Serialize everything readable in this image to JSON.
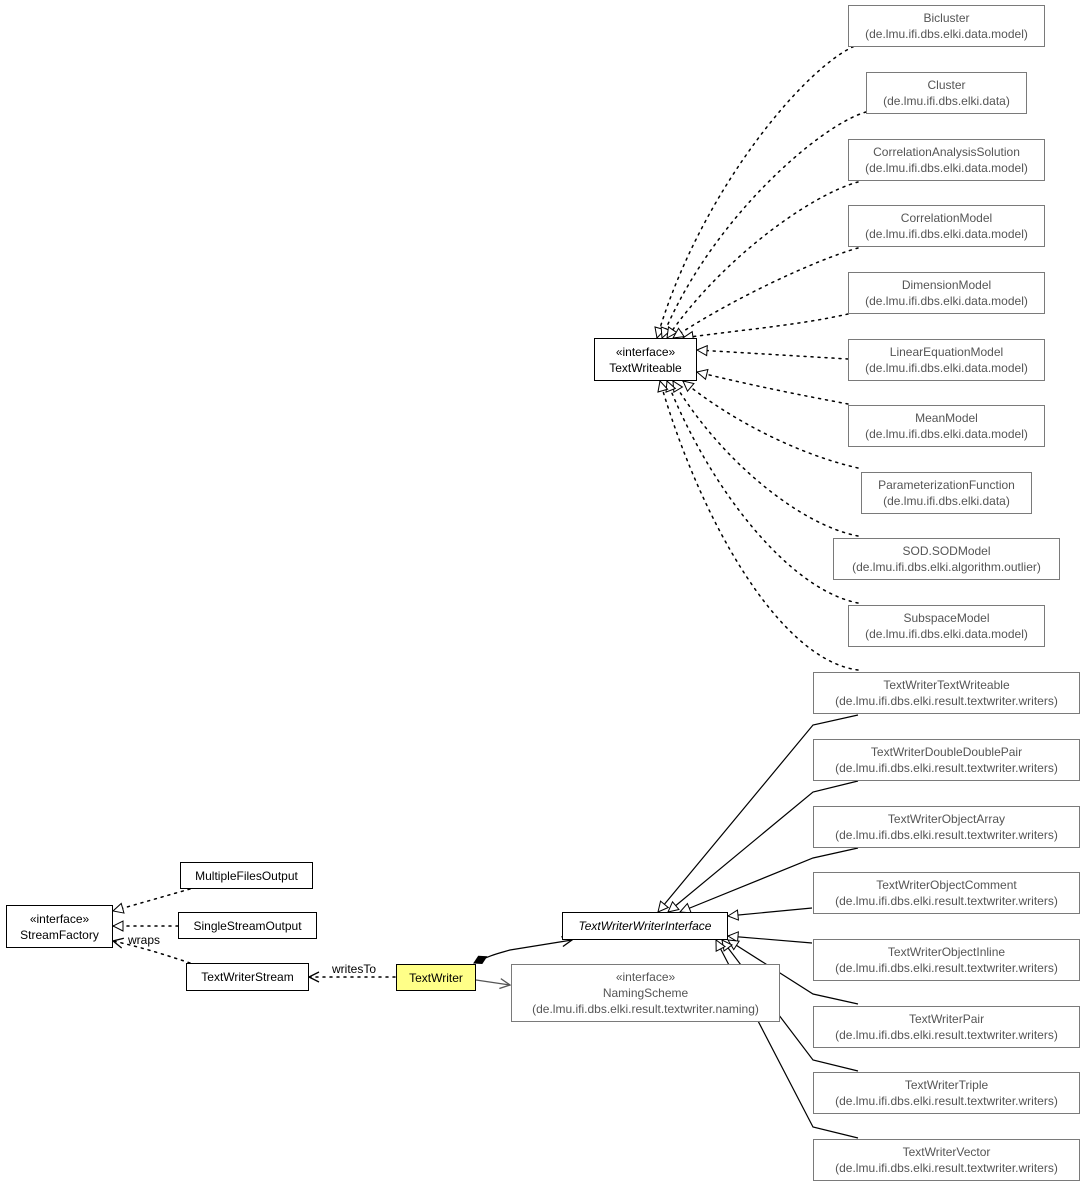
{
  "diagram": {
    "focus": {
      "name": "TextWriter"
    },
    "local": {
      "stream_factory": {
        "stereotype": "«interface»",
        "name": "StreamFactory"
      },
      "multiple_files_output": {
        "name": "MultipleFilesOutput"
      },
      "single_stream_output": {
        "name": "SingleStreamOutput"
      },
      "text_writer_stream": {
        "name": "TextWriterStream"
      },
      "text_writeable": {
        "stereotype": "«interface»",
        "name": "TextWriteable"
      },
      "text_writer_writer_interface": {
        "name": "TextWriterWriterInterface"
      }
    },
    "external": {
      "naming_scheme": {
        "stereotype": "«interface»",
        "name": "NamingScheme",
        "package": "(de.lmu.ifi.dbs.elki.result.textwriter.naming)"
      }
    },
    "writeable_implementations": [
      {
        "name": "Bicluster",
        "package": "(de.lmu.ifi.dbs.elki.data.model)"
      },
      {
        "name": "Cluster",
        "package": "(de.lmu.ifi.dbs.elki.data)"
      },
      {
        "name": "CorrelationAnalysisSolution",
        "package": "(de.lmu.ifi.dbs.elki.data.model)"
      },
      {
        "name": "CorrelationModel",
        "package": "(de.lmu.ifi.dbs.elki.data.model)"
      },
      {
        "name": "DimensionModel",
        "package": "(de.lmu.ifi.dbs.elki.data.model)"
      },
      {
        "name": "LinearEquationModel",
        "package": "(de.lmu.ifi.dbs.elki.data.model)"
      },
      {
        "name": "MeanModel",
        "package": "(de.lmu.ifi.dbs.elki.data.model)"
      },
      {
        "name": "ParameterizationFunction",
        "package": "(de.lmu.ifi.dbs.elki.data)"
      },
      {
        "name": "SOD.SODModel",
        "package": "(de.lmu.ifi.dbs.elki.algorithm.outlier)"
      },
      {
        "name": "SubspaceModel",
        "package": "(de.lmu.ifi.dbs.elki.data.model)"
      },
      {
        "name": "TextWriterTextWriteable",
        "package": "(de.lmu.ifi.dbs.elki.result.textwriter.writers)"
      }
    ],
    "writer_subclasses": [
      {
        "name": "TextWriterDoubleDoublePair",
        "package": "(de.lmu.ifi.dbs.elki.result.textwriter.writers)"
      },
      {
        "name": "TextWriterObjectArray",
        "package": "(de.lmu.ifi.dbs.elki.result.textwriter.writers)"
      },
      {
        "name": "TextWriterObjectComment",
        "package": "(de.lmu.ifi.dbs.elki.result.textwriter.writers)"
      },
      {
        "name": "TextWriterObjectInline",
        "package": "(de.lmu.ifi.dbs.elki.result.textwriter.writers)"
      },
      {
        "name": "TextWriterPair",
        "package": "(de.lmu.ifi.dbs.elki.result.textwriter.writers)"
      },
      {
        "name": "TextWriterTriple",
        "package": "(de.lmu.ifi.dbs.elki.result.textwriter.writers)"
      },
      {
        "name": "TextWriterVector",
        "package": "(de.lmu.ifi.dbs.elki.result.textwriter.writers)"
      }
    ],
    "edge_labels": {
      "wraps": "wraps",
      "writes_to": "writesTo"
    },
    "colors": {
      "focus_fill": "#ffff88",
      "external_border": "#7a7a7a",
      "external_text": "#555555"
    }
  }
}
